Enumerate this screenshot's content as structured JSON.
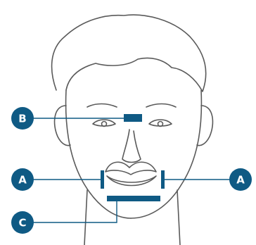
{
  "colors": {
    "background": "#ffffff",
    "outline": "#5a5a5a",
    "accent": "#0f5a84",
    "callout_fill": "#0f5a84",
    "callout_text": "#ffffff"
  },
  "callouts": {
    "b": {
      "label": "B",
      "icon": "nose-bridge-marker"
    },
    "a_left": {
      "label": "A",
      "icon": "mouth-width-marker"
    },
    "a_right": {
      "label": "A",
      "icon": "mouth-width-marker"
    },
    "c": {
      "label": "C",
      "icon": "chin-marker"
    }
  }
}
